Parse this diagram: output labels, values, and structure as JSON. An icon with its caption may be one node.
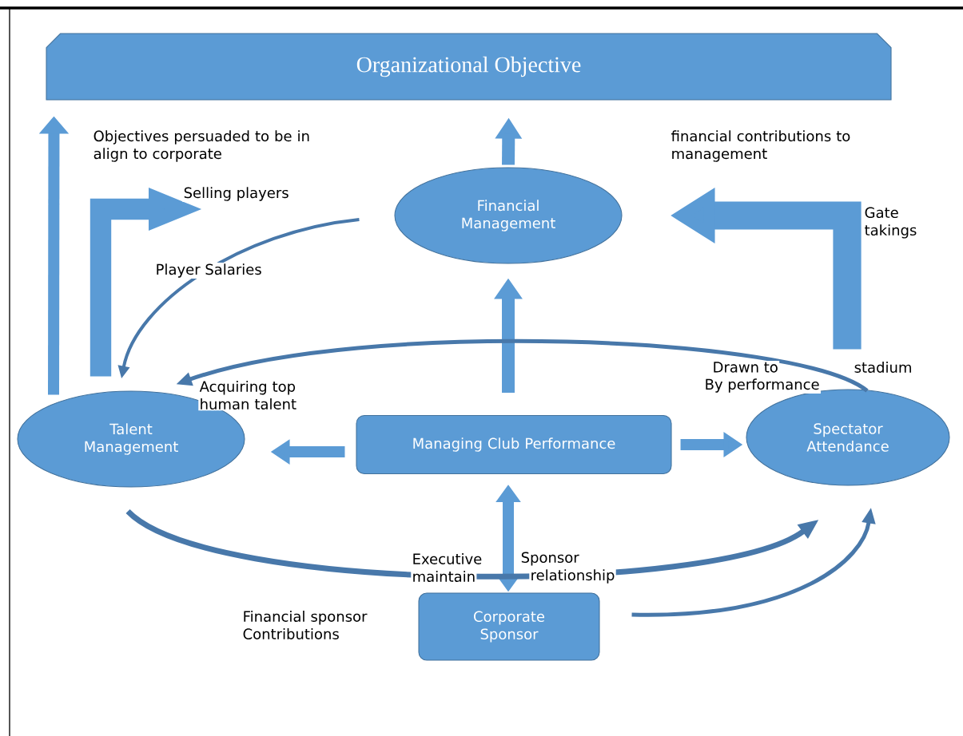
{
  "diagram": {
    "nodes": [
      {
        "text": [
          "Organizational Objective"
        ]
      },
      {
        "text": [
          "Financial Management"
        ]
      },
      {
        "text": [
          "Managing Club Performance"
        ]
      },
      {
        "text": [
          "Talent Management"
        ]
      },
      {
        "text": [
          "Spectator Attendance"
        ]
      },
      {
        "text": [
          "Corporate Sponsor"
        ]
      }
    ],
    "edges": [
      {
        "from": 3,
        "to": 0,
        "arrow": "to",
        "label": "Objectives persuaded to be in align to corporate"
      },
      {
        "from": 1,
        "to": 0,
        "arrow": "to"
      },
      {
        "from": 2,
        "to": 1,
        "arrow": "to"
      },
      {
        "from": 2,
        "to": 3,
        "arrow": "to"
      },
      {
        "from": 2,
        "to": 4,
        "arrow": "to"
      },
      {
        "from": 2,
        "to": 5,
        "arrow": "both"
      },
      {
        "from": 4,
        "to": 1,
        "arrow": "to",
        "label": "Gate takings",
        "style": "thick"
      },
      {
        "from": 3,
        "to": null,
        "arrow": "to",
        "label": "Selling players",
        "style": "thick"
      },
      {
        "from": 1,
        "to": 3,
        "arrow": "to",
        "label": "Player Salaries"
      },
      {
        "from": 4,
        "to": 3,
        "arrow": "to",
        "label": "Acquiring top human talent"
      },
      {
        "from": 3,
        "to": 4,
        "arrow": "to"
      },
      {
        "from": 5,
        "to": 4,
        "arrow": "to"
      }
    ],
    "labels": [
      "financial contributions to management",
      "Drawn to",
      "stadium",
      "By performance",
      "Executive",
      "Sponsor",
      "maintain",
      "relationship",
      "Financial sponsor Contributions"
    ]
  }
}
